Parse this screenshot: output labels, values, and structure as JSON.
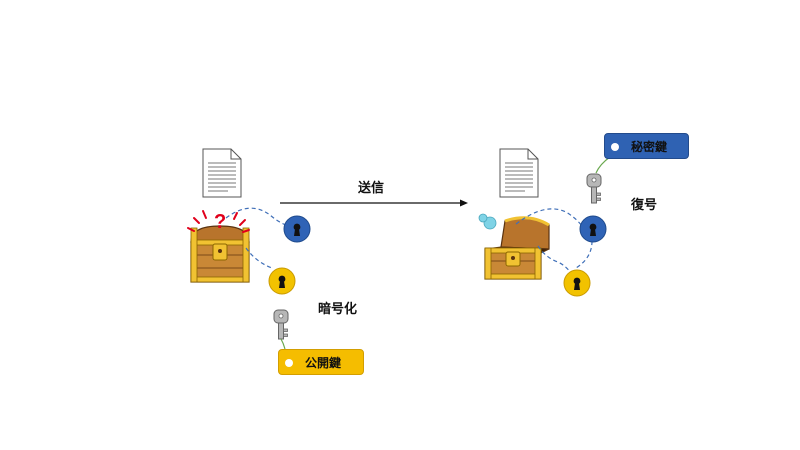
{
  "labels": {
    "send": "送信",
    "encrypt": "暗号化",
    "decrypt": "復号",
    "public_key": "公開鍵",
    "private_key": "秘密鍵"
  },
  "colors": {
    "public_key_tag": "#f5bd00",
    "private_key_tag": "#2f62b3",
    "padlock_blue": "#2f63b6",
    "padlock_yellow": "#f2c200",
    "chest_wood": "#b8742c",
    "chest_gold": "#f1c232",
    "dashed_line": "#3f6fb8",
    "string_green": "#6aa84f",
    "question_mark": "#e0001b"
  },
  "icons": [
    "document-icon",
    "treasure-chest-icon",
    "padlock-icon",
    "key-icon",
    "key-tag-icon",
    "question-mark-icon",
    "arrow-icon"
  ]
}
